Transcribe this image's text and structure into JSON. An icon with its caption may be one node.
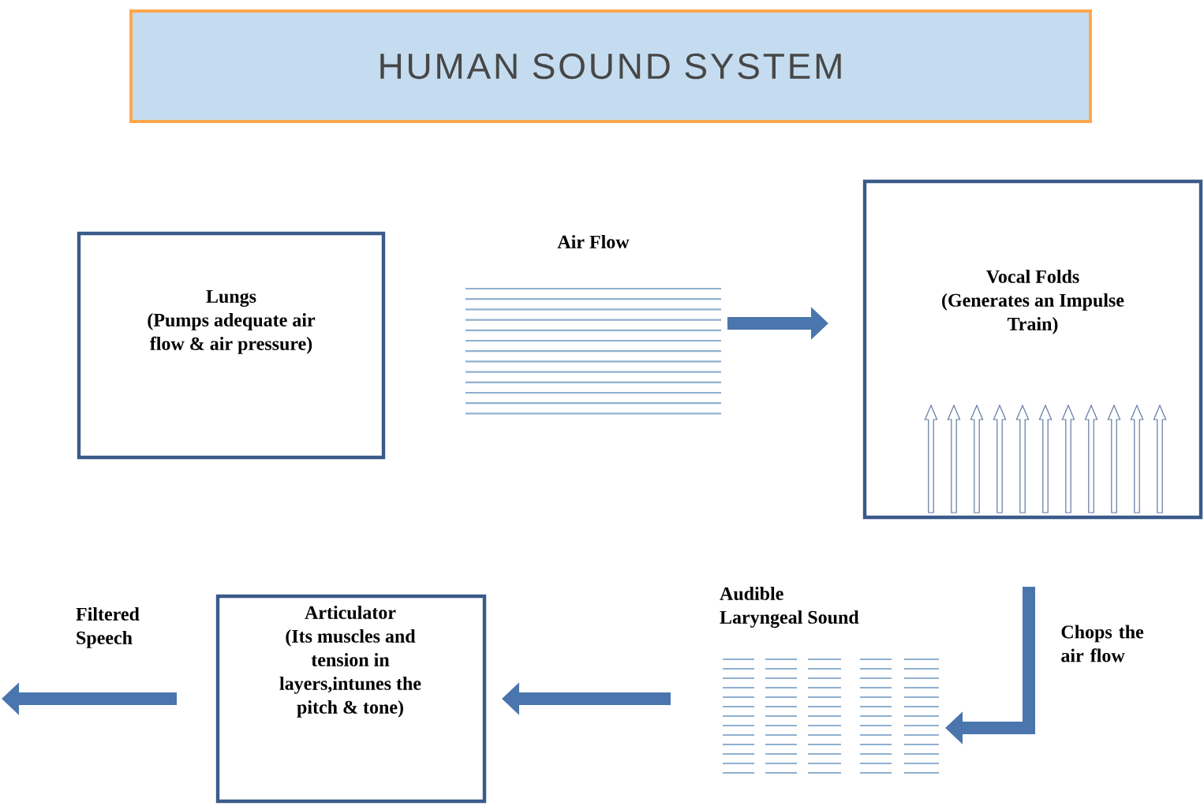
{
  "diagram": {
    "title": "HUMAN SOUND SYSTEM",
    "nodes": [
      {
        "text": [
          "Lungs",
          "(Pumps adequate air flow & air pressure)"
        ]
      },
      {
        "text": [
          "Air Flow"
        ]
      },
      {
        "text": [
          "Vocal Folds",
          "(Generates an Impulse Train)"
        ]
      },
      {
        "text": [
          "Audible Laryngeal Sound"
        ]
      },
      {
        "text": [
          "Articulator",
          "(Its muscles and tension in layers,intunes the pitch & tone)"
        ]
      },
      {
        "text": [
          "Filtered Speech"
        ]
      }
    ],
    "edges": [
      {
        "from": 1,
        "to": 2,
        "arrow": "to"
      },
      {
        "from": 2,
        "to": 3,
        "arrow": "to",
        "label": "Chops the air flow"
      },
      {
        "from": 3,
        "to": 4,
        "arrow": "to"
      },
      {
        "from": 4,
        "to": 5,
        "arrow": "to"
      }
    ]
  }
}
